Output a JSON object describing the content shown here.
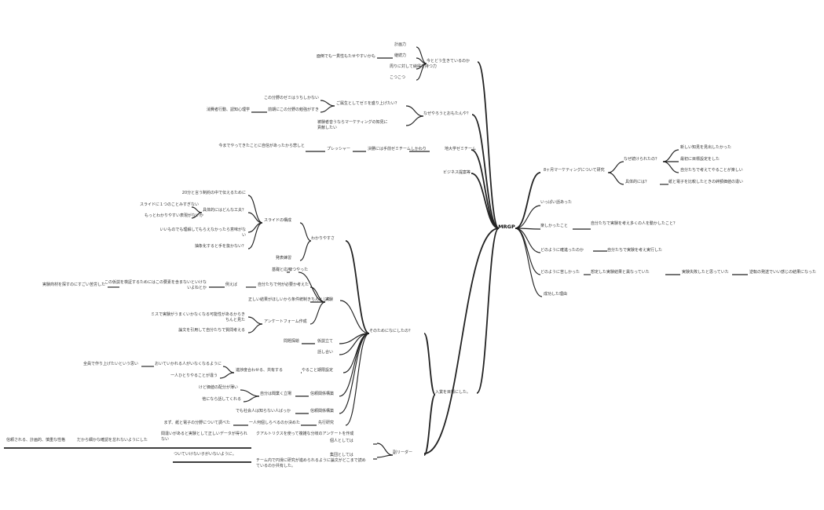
{
  "root": {
    "label": "MRGP"
  },
  "nodes": {
    "n1": "今とどう生きているのか",
    "n1a": "計画力",
    "n1b": "継続力",
    "n1b1": "面倒でも一貫性もたせやすいかも",
    "n1c": "周りに対して納得を持つ力",
    "n1d": "こつこつ",
    "n2": "なぜやろうとおもたんや？",
    "n2a": "ご属生としてゼミを盛り上げたい？",
    "n2a1": "この分野のゼミはうちしかない",
    "n2a2": "前期にこの分野の勉強がすき",
    "n2a2a": "消費者行動、認知心理学",
    "n2b": "被験者音うならマーケティングの知見に貢献したい",
    "n3": "地大学ゼミチーム",
    "n3a": "決勝には手前ゼミチームしかわり",
    "n3a1": "プレッシャー",
    "n3a1a": "今までやってきたことに自信があったから悲しと",
    "n4": "ビジネス提案等",
    "n5": "入賞を目標にした。",
    "n5a": "わかりやすさ",
    "n5a1": "スライドの構成",
    "n5a1a": "20分と言う制約の中で伝えるために",
    "n5a1b": "具体的にはどんな工夫？",
    "n5a1b1": "スライドに１つのことみすぎない",
    "n5a1b2": "もっとわかりやすい表現がないか",
    "n5a1c": "いいものでも理解してもらえなかったら意味がない",
    "n5a1d": "抽象化すると手を抜かない？",
    "n5a2": "発表練習",
    "n5b": "そのためになにしたの？",
    "n5b1": "実験",
    "n5b1a": "基礎と応用",
    "n5b1a1": "2つやった",
    "n5b1b": "自分たちで何が必要か考えた",
    "n5b1b1": "例えば",
    "n5b1b1a": "この仮説を検証するためにはこの要素を含まないといけないよねとか",
    "n5b1b1a1": "実験商材を探すのにすごい苦労した",
    "n5b1c": "正しい結果がほしいから条件統制きちんとした",
    "n5b1d": "アンケートフォーム作成",
    "n5b1d1": "ミスで実験がうまくいかなくなる可能性があるからきちんと見た",
    "n5b1e": "論文を引用して自分たちで質問考える",
    "n5b2": "仮説立て",
    "n5b2a": "問題探絵",
    "n5b3": "話し合い",
    "n5b4": "やること期限設定",
    "n5b4a": "進捗度合わせる、共有する",
    "n5b4a1": "おいていかれる人がいなくなるように",
    "n5b4a1a": "全員で作り上げたいという思い",
    "n5b4a2": "一人ひとりやることが違う",
    "n5b5": "信頼関係構築",
    "n5b5a": "自分は聞業く立場",
    "n5b5a1": "けど価値の配分が薄い",
    "n5b5a2": "他になら話してくれる",
    "n5b6": "信頼関係構築",
    "n5b6a": "でも社会人は知らない人ばっか",
    "n5b7": "先行研究",
    "n5b7a": "一人何個しらべるのか決めた",
    "n5b7a1": "まず、紙と電子の分野について調べた",
    "n6": "副リーダー",
    "n6a": "個人としては",
    "n6a1": "クアルトリクスを使って複雑な分岐のアンケートを作成",
    "n6a1a": "間違いがあると実験として正しいデータが得られない",
    "n6a1a1": "だから細かな確認を怠れないようにした",
    "n6a1a1a": "信頼される、計画的、慎重な性格",
    "n6b": "集団としては",
    "n6b1": "チーム内で円滑に研究が進められるように論文がどこまで読めているのか共有した。",
    "n6b1a": "ついていけない子がいないように。",
    "r1": "8ヶ月マーケティングについて研究",
    "r1a": "なぜ続けられたの？",
    "r1a1": "新しい知見を見出したかった",
    "r1a2": "最初に目標設定をした",
    "r1a3": "自分たちで考えてやることが楽しい",
    "r1b": "具体的には？",
    "r1b1": "紙と電子を比較したときの絆額価値の違い",
    "r2": "いっぱい話あった",
    "r3": "楽しかったこと",
    "r3a": "自分たちで実験を考え多くの人を動かしたこと？",
    "r4": "どのように確進ったのか",
    "r4a": "自分たちで実験を考え実行した",
    "r5": "どのように苦しかった",
    "r5a": "想定した実験結果と異なっていた",
    "r5a1": "実験失敗したと思っていた",
    "r5a1a": "逆転の発送でいい感じの結果になった",
    "r6": "成功した理由"
  }
}
